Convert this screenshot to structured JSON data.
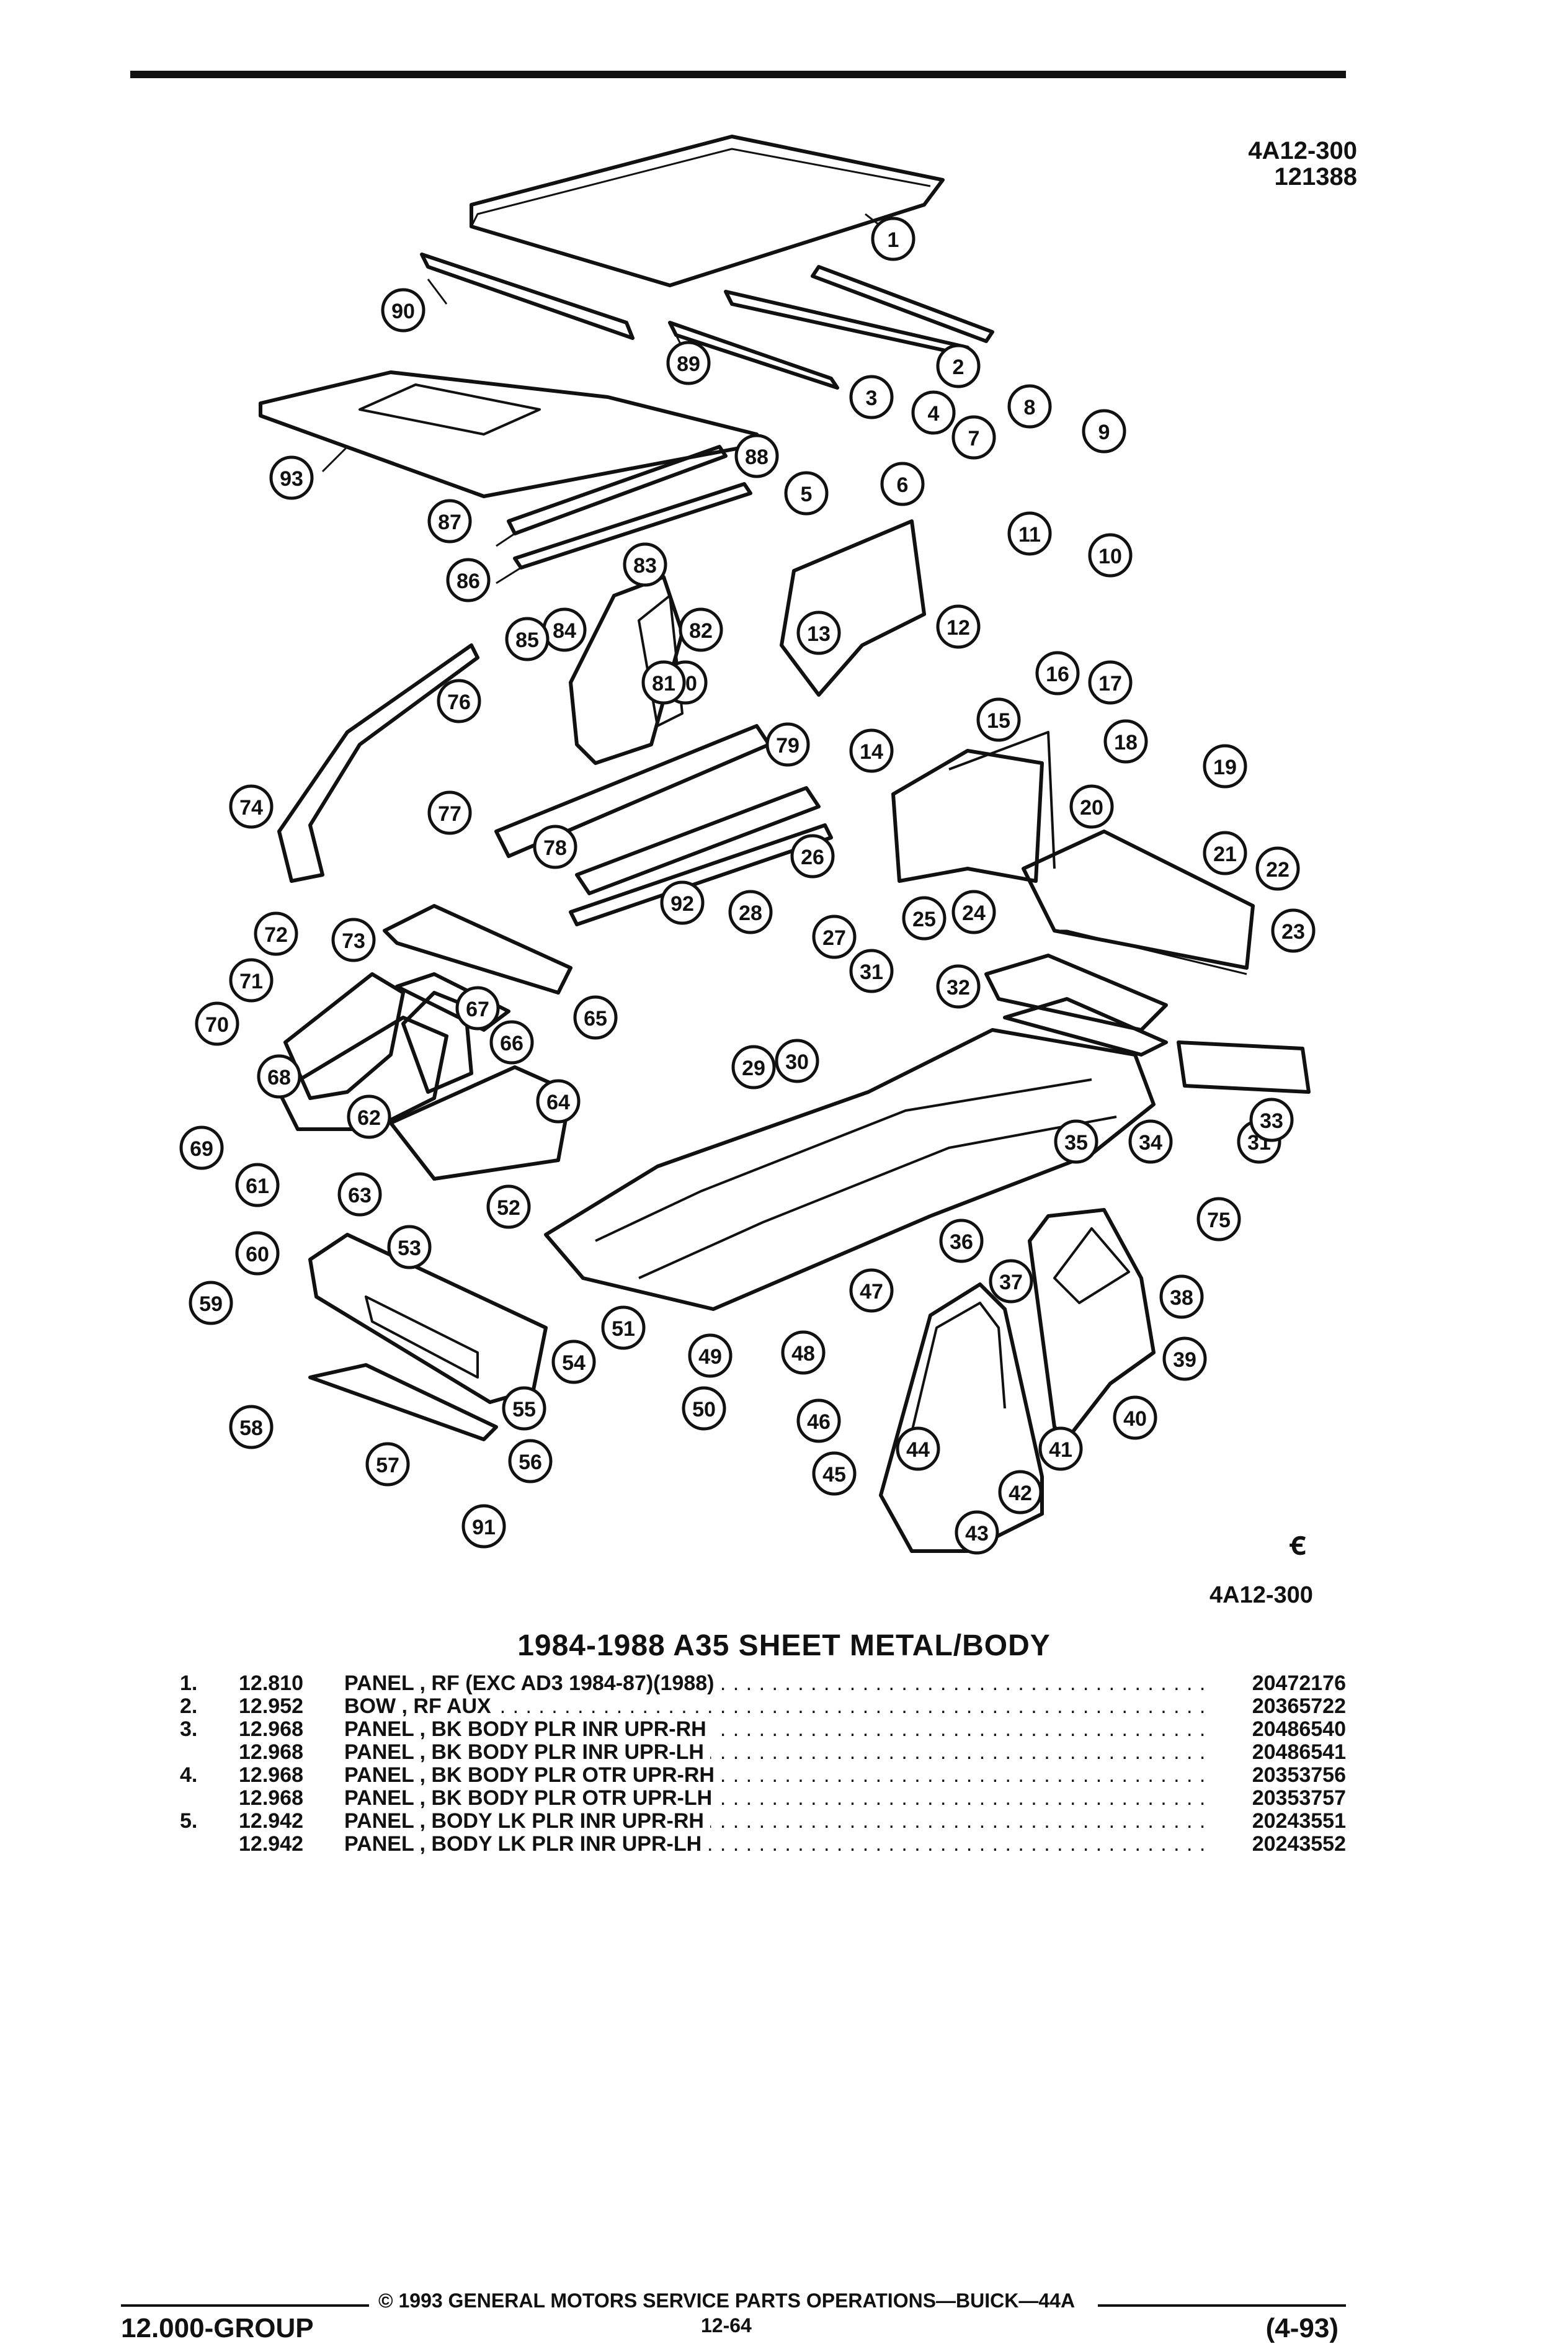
{
  "header": {
    "ref_code": "4A12-300",
    "ref_date": "121388"
  },
  "diagram": {
    "caption_code": "4A12-300",
    "callouts": [
      "1",
      "2",
      "3",
      "4",
      "5",
      "6",
      "7",
      "8",
      "9",
      "10",
      "11",
      "12",
      "13",
      "14",
      "15",
      "16",
      "17",
      "18",
      "19",
      "20",
      "21",
      "22",
      "23",
      "24",
      "25",
      "26",
      "27",
      "28",
      "29",
      "30",
      "31",
      "31",
      "32",
      "33",
      "34",
      "35",
      "36",
      "37",
      "38",
      "39",
      "40",
      "41",
      "42",
      "43",
      "44",
      "45",
      "46",
      "47",
      "48",
      "49",
      "50",
      "51",
      "52",
      "53",
      "54",
      "55",
      "56",
      "57",
      "58",
      "59",
      "60",
      "61",
      "62",
      "63",
      "64",
      "65",
      "66",
      "67",
      "68",
      "69",
      "70",
      "71",
      "72",
      "73",
      "74",
      "76",
      "75",
      "77",
      "78",
      "79",
      "80",
      "81",
      "82",
      "83",
      "84",
      "85",
      "86",
      "87",
      "88",
      "89",
      "90",
      "91",
      "92",
      "93"
    ]
  },
  "title": "1984-1988 A35 SHEET METAL/BODY",
  "parts": [
    {
      "idx": "1.",
      "group": "12.810",
      "desc": "PANEL , RF (EXC AD3 1984-87)(1988)",
      "part": "20472176"
    },
    {
      "idx": "2.",
      "group": "12.952",
      "desc": "BOW , RF AUX",
      "part": "20365722"
    },
    {
      "idx": "3.",
      "group": "12.968",
      "desc": "PANEL , BK BODY PLR INR UPR-RH",
      "part": "20486540"
    },
    {
      "idx": "",
      "group": "12.968",
      "desc": "PANEL , BK BODY PLR INR UPR-LH",
      "part": "20486541"
    },
    {
      "idx": "4.",
      "group": "12.968",
      "desc": "PANEL , BK BODY PLR OTR UPR-RH",
      "part": "20353756"
    },
    {
      "idx": "",
      "group": "12.968",
      "desc": "PANEL , BK BODY PLR OTR UPR-LH",
      "part": "20353757"
    },
    {
      "idx": "5.",
      "group": "12.942",
      "desc": "PANEL , BODY LK PLR INR UPR-RH",
      "part": "20243551"
    },
    {
      "idx": "",
      "group": "12.942",
      "desc": "PANEL , BODY LK PLR INR UPR-LH",
      "part": "20243552"
    }
  ],
  "footer": {
    "copyright": "© 1993 GENERAL MOTORS SERVICE PARTS OPERATIONS—BUICK—44A",
    "group": "12.000-GROUP",
    "page": "12-64",
    "date": "(4-93)"
  }
}
